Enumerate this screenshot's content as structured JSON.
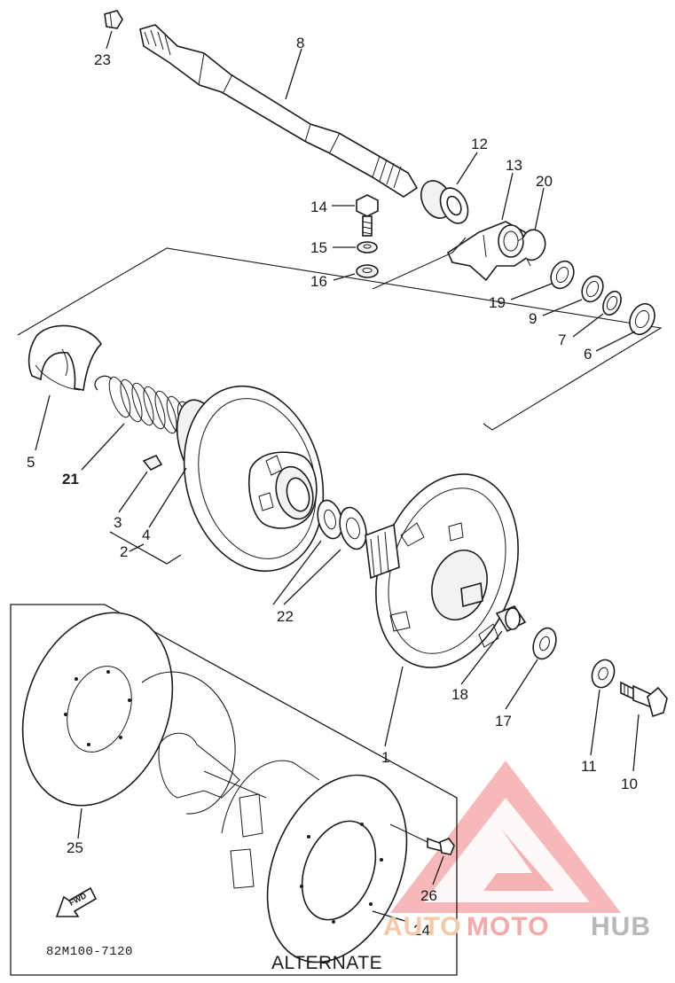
{
  "callouts": [
    {
      "id": "1",
      "text": "1"
    },
    {
      "id": "2",
      "text": "2"
    },
    {
      "id": "3",
      "text": "3"
    },
    {
      "id": "4",
      "text": "4"
    },
    {
      "id": "5",
      "text": "5"
    },
    {
      "id": "6",
      "text": "6"
    },
    {
      "id": "7",
      "text": "7"
    },
    {
      "id": "8",
      "text": "8"
    },
    {
      "id": "9",
      "text": "9"
    },
    {
      "id": "10",
      "text": "10"
    },
    {
      "id": "11",
      "text": "11"
    },
    {
      "id": "12",
      "text": "12"
    },
    {
      "id": "13",
      "text": "13"
    },
    {
      "id": "14",
      "text": "14"
    },
    {
      "id": "15",
      "text": "15"
    },
    {
      "id": "16",
      "text": "16"
    },
    {
      "id": "17",
      "text": "17"
    },
    {
      "id": "18",
      "text": "18"
    },
    {
      "id": "19",
      "text": "19"
    },
    {
      "id": "20",
      "text": "20"
    },
    {
      "id": "21",
      "text": "21"
    },
    {
      "id": "22",
      "text": "22"
    },
    {
      "id": "23",
      "text": "23"
    },
    {
      "id": "24",
      "text": "24"
    },
    {
      "id": "25",
      "text": "25"
    },
    {
      "id": "26",
      "text": "26"
    }
  ],
  "alternate_label": "ALTERNATE",
  "fwd_label": "FWD",
  "drawing_code": "82M100-7120",
  "watermark": {
    "part1": "AUTO",
    "part2": "MOTO",
    "part3": "HUB",
    "color_logo": "#f08a8a",
    "color_auto": "#f6c8a8",
    "color_moto": "#f7a8a8",
    "color_hub": "#b8b8b8"
  }
}
